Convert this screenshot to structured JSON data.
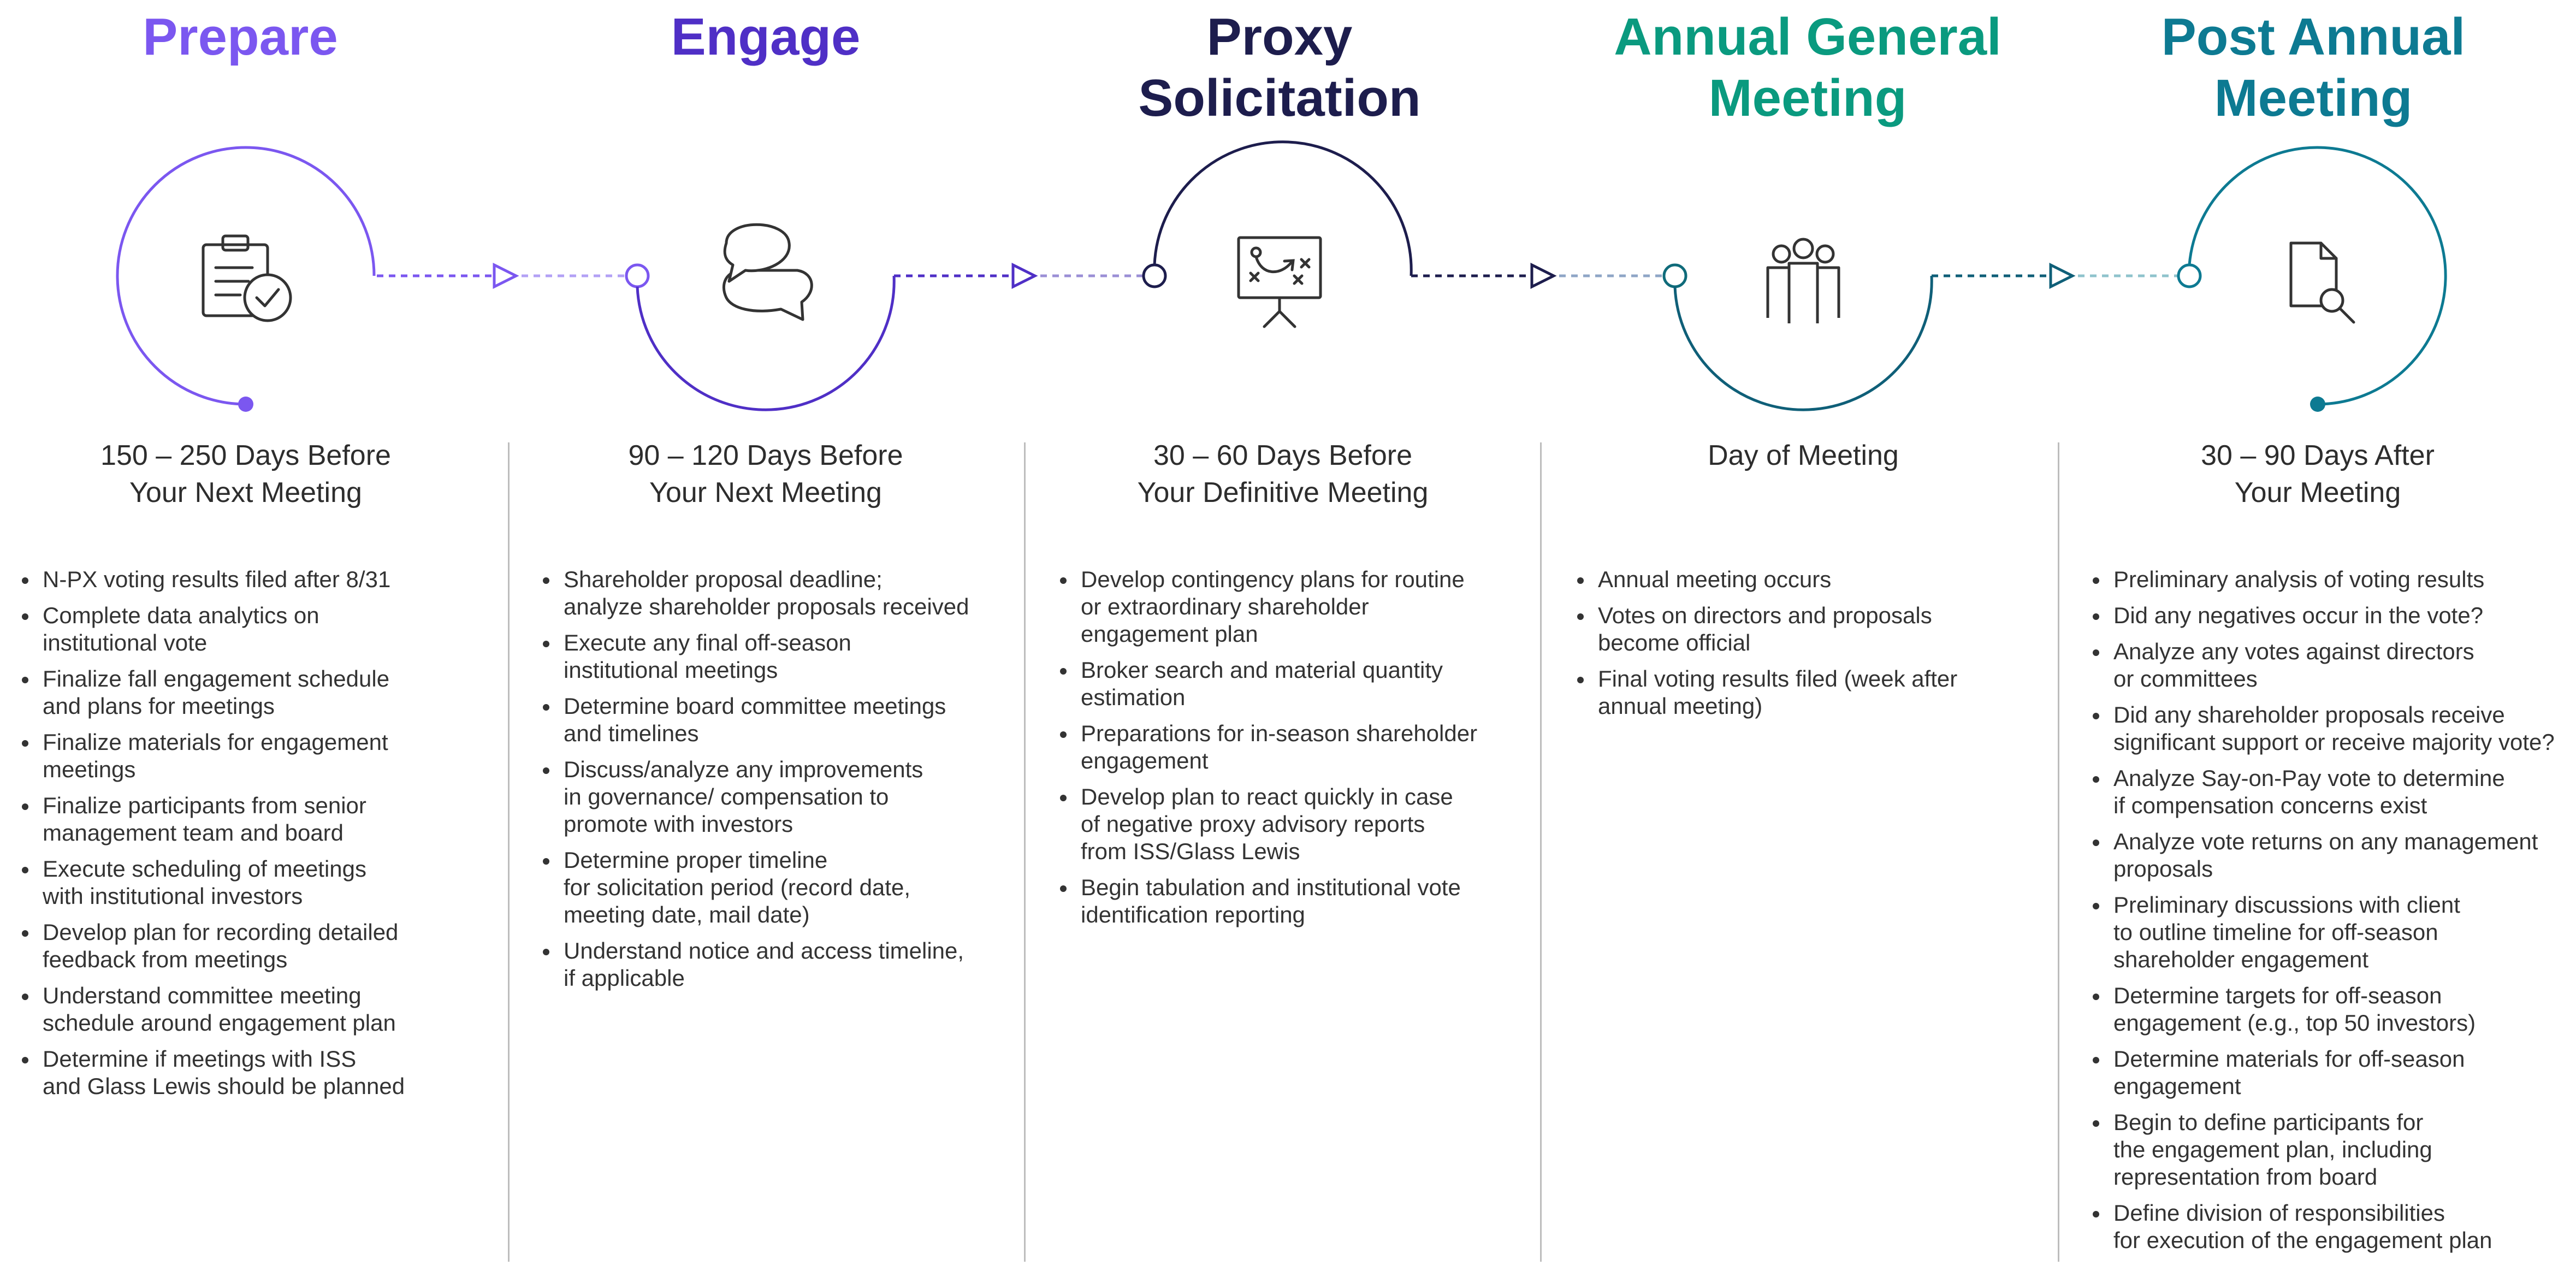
{
  "colors": {
    "prepare": "#7b57f0",
    "engage": "#4f2fc6",
    "proxy": "#1d1d4d",
    "annual": "#0a9a7f",
    "post": "#0d7a92",
    "text": "#2d2d2d",
    "divider": "#bdbdbd"
  },
  "phases": [
    {
      "title": "Prepare",
      "icon": "clipboard-check-icon",
      "timing": [
        "150 – 250 Days Before",
        "Your Next Meeting"
      ],
      "tasks": [
        [
          "N-PX voting results filed after 8/31"
        ],
        [
          "Complete data analytics on",
          "institutional vote"
        ],
        [
          "Finalize fall engagement schedule",
          "and plans for meetings"
        ],
        [
          "Finalize materials for engagement",
          "meetings"
        ],
        [
          "Finalize participants from senior",
          "management team and board"
        ],
        [
          "Execute scheduling of meetings",
          "with institutional investors"
        ],
        [
          "Develop plan for recording detailed",
          "feedback from meetings"
        ],
        [
          "Understand committee meeting",
          "schedule around engagement plan"
        ],
        [
          "Determine if meetings with ISS",
          "and Glass Lewis should be planned"
        ]
      ]
    },
    {
      "title": "Engage",
      "icon": "speech-bubbles-icon",
      "timing": [
        "90 – 120 Days Before",
        "Your Next Meeting"
      ],
      "tasks": [
        [
          "Shareholder proposal deadline;",
          "analyze shareholder proposals received"
        ],
        [
          "Execute any final off-season",
          "institutional meetings"
        ],
        [
          "Determine board committee meetings",
          "and timelines"
        ],
        [
          "Discuss/analyze any improvements",
          "in governance/ compensation to",
          "promote with investors"
        ],
        [
          "Determine proper timeline",
          "for solicitation period (record date,",
          "meeting date, mail date)"
        ],
        [
          "Understand notice and access timeline,",
          "if applicable"
        ]
      ]
    },
    {
      "title": "Proxy Solicitation",
      "icon": "strategy-board-icon",
      "timing": [
        "30 – 60 Days Before",
        "Your Definitive Meeting"
      ],
      "tasks": [
        [
          "Develop contingency plans for routine",
          "or extraordinary shareholder",
          "engagement plan"
        ],
        [
          "Broker search and material quantity",
          "estimation"
        ],
        [
          "Preparations for in-season shareholder",
          "engagement"
        ],
        [
          "Develop plan to react quickly in case",
          "of negative proxy advisory reports",
          "from ISS/Glass Lewis"
        ],
        [
          "Begin tabulation and institutional vote",
          "identification reporting"
        ]
      ]
    },
    {
      "title": "Annual General Meeting",
      "title_lines": [
        "Annual General",
        "Meeting"
      ],
      "icon": "people-group-icon",
      "timing": [
        "Day of Meeting"
      ],
      "tasks": [
        [
          "Annual meeting occurs"
        ],
        [
          "Votes on directors and proposals",
          "become official"
        ],
        [
          "Final voting results filed (week after",
          "annual meeting)"
        ]
      ]
    },
    {
      "title": "Post Annual Meeting",
      "title_lines": [
        "Post Annual",
        "Meeting"
      ],
      "icon": "document-search-icon",
      "timing": [
        "30 – 90 Days After",
        "Your Meeting"
      ],
      "tasks": [
        [
          "Preliminary analysis of voting results"
        ],
        [
          "Did any negatives occur in the vote?"
        ],
        [
          "Analyze any votes against directors",
          "or committees"
        ],
        [
          "Did any shareholder proposals receive",
          "significant support or receive majority vote?"
        ],
        [
          "Analyze Say-on-Pay vote to determine",
          "if compensation concerns exist"
        ],
        [
          "Analyze vote returns on any management",
          "proposals"
        ],
        [
          "Preliminary discussions with client",
          "to outline timeline for off-season",
          "shareholder engagement"
        ],
        [
          "Determine targets for off-season",
          "engagement (e.g., top 50 investors)"
        ],
        [
          "Determine materials for off-season",
          "engagement"
        ],
        [
          "Begin to define participants for",
          "the engagement plan, including",
          "representation from board"
        ],
        [
          "Define division of responsibilities",
          "for execution of the engagement plan"
        ]
      ]
    }
  ]
}
